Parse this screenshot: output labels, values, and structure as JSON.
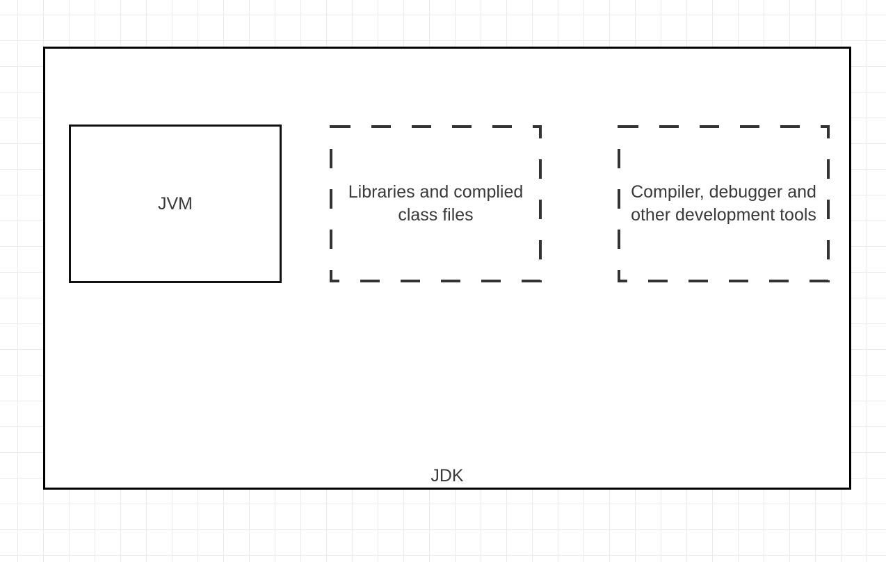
{
  "diagram": {
    "title_label": "JDK",
    "container": {
      "name": "JDK",
      "label": "JDK",
      "border_style": "solid",
      "border_color": "#000000"
    },
    "components": [
      {
        "id": "jvm",
        "label": "JVM",
        "border_style": "solid",
        "border_color": "#111111"
      },
      {
        "id": "libraries",
        "label": "Libraries and complied class files",
        "border_style": "dashed",
        "border_color": "#333333"
      },
      {
        "id": "tools",
        "label": "Compiler, debugger and other development tools",
        "border_style": "dashed",
        "border_color": "#333333"
      }
    ],
    "canvas": {
      "background_color": "#ffffff",
      "grid_color": "#ebebeb",
      "grid_spacing": "37",
      "text_color": "#3a3a3a"
    }
  }
}
